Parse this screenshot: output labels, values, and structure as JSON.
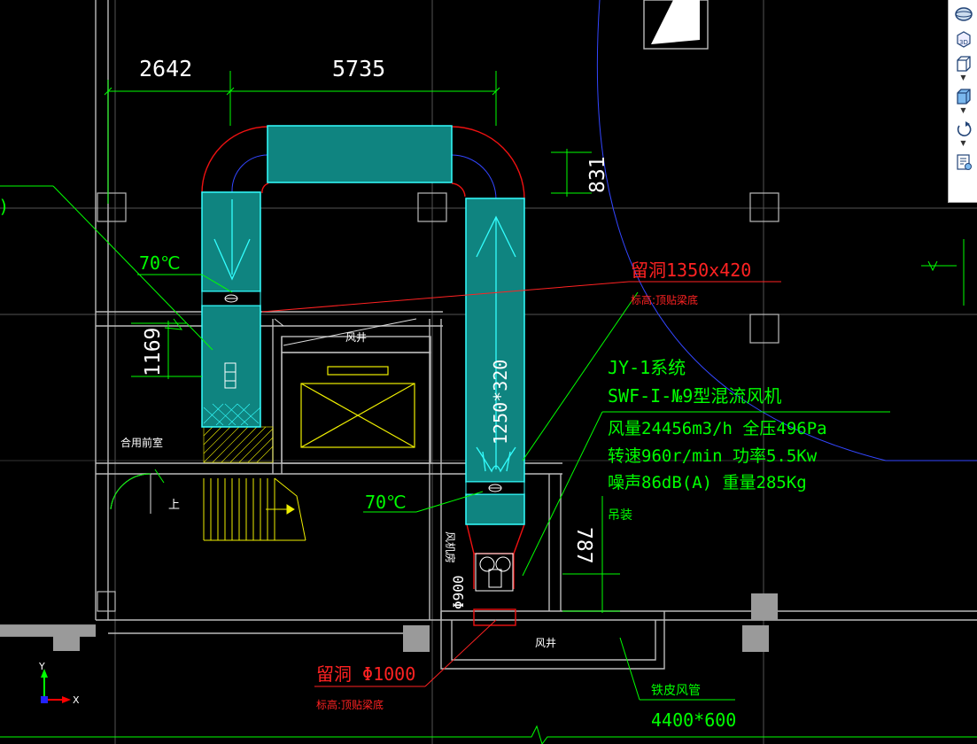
{
  "dimensions": {
    "dim_2642": "2642",
    "dim_5735": "5735",
    "dim_831": "831",
    "dim_1169": "1169",
    "dim_787": "787"
  },
  "temps": {
    "left": "70℃",
    "right": "70℃"
  },
  "labels": {
    "left_paren": ")",
    "opening_top": "留洞1350x420",
    "opening_top_elev": "标高:顶贴梁底",
    "shaft_top": "风井",
    "shaft_bottom": "风井",
    "room": "合用前室",
    "stair_up": "上",
    "fan_room": "风机房",
    "phi900": "Φ900",
    "opening_bottom": "留洞 Φ1000",
    "opening_bottom_elev": "标高:顶贴梁底",
    "duct_size": "1250*320",
    "iron_duct": "铁皮风管",
    "iron_duct_size": "4400*600"
  },
  "equipment": {
    "system": "JY-1系统",
    "model": "SWF-I-№9型混流风机",
    "airflow": "风量24456m3/h 全压496Pa",
    "speed": "转速960r/min   功率5.5Kw",
    "noise": "噪声86dB(A)   重量285Kg",
    "mount": "吊装"
  },
  "ucs": {
    "x": "X",
    "y": "Y"
  },
  "viewcube": {
    "tools": [
      "orbit-icon",
      "3d-view-icon",
      "box-view-icon",
      "shaded-box-icon",
      "rotate-icon",
      "view-list-icon"
    ]
  },
  "colors": {
    "duct_fill": "#0f8480",
    "duct_edge": "#3ff",
    "dimension": "#0f0",
    "annotation_red": "#f22",
    "wall": "#bbb",
    "yellow": "#ee0",
    "blue_line": "#3346ff"
  }
}
